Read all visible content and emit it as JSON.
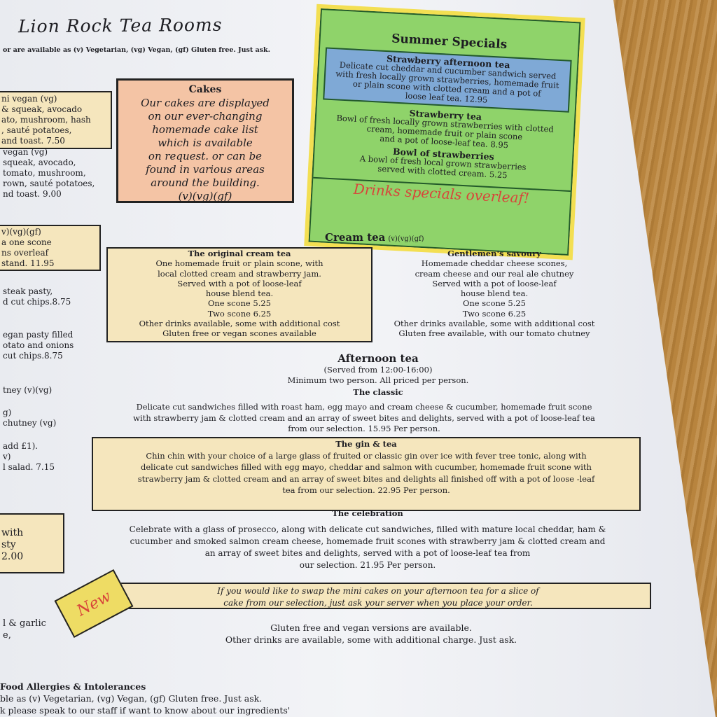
{
  "header": {
    "title": "Lion Rock Tea Rooms",
    "subtitle": "or are available as (v) Vegetarian, (vg) Vegan, (gf) Gluten free. Just ask."
  },
  "left_column": {
    "box1": [
      "ni vegan (vg)",
      "& squeak, avocado",
      "ato, mushroom, hash",
      ", sauté potatoes,",
      " and toast. 7.50"
    ],
    "item2": [
      " vegan (vg)",
      "squeak, avocado,",
      " tomato, mushroom,",
      "rown, sauté potatoes,",
      "nd toast. 9.00"
    ],
    "box3": [
      "v)(vg)(gf)",
      "a one scone",
      "ns overleaf",
      "stand. 11.95"
    ],
    "item4": [
      " steak pasty,",
      "d cut chips.8.75"
    ],
    "item5": [
      "egan pasty filled",
      "otato and onions",
      "cut chips.8.75"
    ],
    "item6": [
      "tney (v)(vg)"
    ],
    "item7": [
      "g)",
      " chutney (vg)"
    ],
    "item8": [
      "add £1).",
      "v)",
      "l salad. 7.15"
    ],
    "box9": [
      "with",
      "sty",
      "2.00"
    ],
    "item10": [
      "l & garlic",
      "e,"
    ]
  },
  "cakes": {
    "heading": "Cakes",
    "lines": [
      "Our cakes are displayed",
      "on our ever-changing",
      "homemade cake list",
      "which is available",
      "on request. or can be",
      "found in various areas",
      "around the building.",
      "(v)(vg)(gf)"
    ]
  },
  "summer_specials": {
    "heading": "Summer Specials",
    "item1_name": "Strawberry afternoon tea",
    "item1_desc": [
      "Delicate cut cheddar and cucumber sandwich served",
      "with fresh locally grown strawberries, homemade fruit",
      "or plain scone with clotted cream and a pot of",
      "loose leaf tea. 12.95"
    ],
    "item2_name": "Strawberry tea",
    "item2_desc": [
      "Bowl of fresh locally grown strawberries with clotted",
      "cream, homemade fruit or plain scone",
      "and a pot of loose-leaf tea. 8.95"
    ],
    "item3_name": "Bowl of strawberries",
    "item3_desc": [
      "A bowl of fresh local grown strawberries",
      "served with clotted cream. 5.25"
    ],
    "footer": "Drinks specials overleaf!"
  },
  "cream_tea": {
    "heading": "Cream tea",
    "tags": "(v)(vg)(gf)",
    "original_name": "The original cream tea",
    "original_desc": [
      "One homemade fruit or plain scone, with",
      "local clotted cream and strawberry jam.",
      "Served with a pot of loose-leaf",
      "house blend tea.",
      "One scone 5.25",
      "Two scone 6.25",
      "Other drinks available, some with additional cost",
      "Gluten free or vegan scones available"
    ],
    "savoury_name": "Gentlemen's savoury",
    "savoury_desc": [
      "Homemade cheddar cheese scones,",
      "cream cheese and our real ale chutney",
      "Served with a pot of loose-leaf",
      "house blend tea.",
      "One scone 5.25",
      "Two scone 6.25",
      "Other drinks available, some with additional cost",
      "Gluten free available, with our tomato chutney"
    ]
  },
  "afternoon_tea": {
    "heading": "Afternoon tea",
    "intro": [
      "(Served from 12:00-16:00)",
      "Minimum two person. All priced per person."
    ],
    "classic_name": "The classic",
    "classic_desc": [
      "Delicate cut sandwiches filled with roast ham, egg mayo and cream cheese & cucumber, homemade fruit scone",
      "with strawberry jam & clotted cream and an array of sweet bites and delights, served with a pot of loose-leaf tea",
      "from our selection. 15.95 Per person."
    ],
    "gin_name": "The gin & tea",
    "gin_desc": [
      "Chin chin with your choice of a large glass of fruited or classic gin over ice with fever tree tonic, along with",
      "delicate cut sandwiches filled with egg mayo, cheddar and salmon with cucumber, homemade fruit scone with",
      "strawberry jam & clotted cream and an array of sweet bites and delights all finished off with a pot of loose -leaf",
      "tea from our selection. 22.95 Per person."
    ],
    "celebration_name": "The celebration",
    "celebration_desc": [
      "Celebrate with a glass of prosecco, along with delicate cut sandwiches, filled with mature local cheddar, ham &",
      "cucumber and smoked salmon cream cheese, homemade fruit scones with strawberry jam & clotted cream and",
      "an array of sweet bites and delights, served with a pot of loose-leaf tea from",
      "our selection. 21.95 Per person."
    ],
    "new_badge": "New",
    "swap_note": [
      "If you would like to swap the mini cakes on your afternoon tea for a slice of",
      "cake from our selection, just ask your server when you place your order."
    ],
    "footer": [
      "Gluten free and vegan versions are available.",
      "Other drinks are available, some with additional charge. Just ask."
    ]
  },
  "allergies": {
    "heading": "Food Allergies & Intolerances",
    "lines": [
      "ble as (v) Vegetarian, (vg) Vegan, (gf) Gluten free. Just ask.",
      "k please speak to our staff if want to know about our ingredients'"
    ]
  }
}
